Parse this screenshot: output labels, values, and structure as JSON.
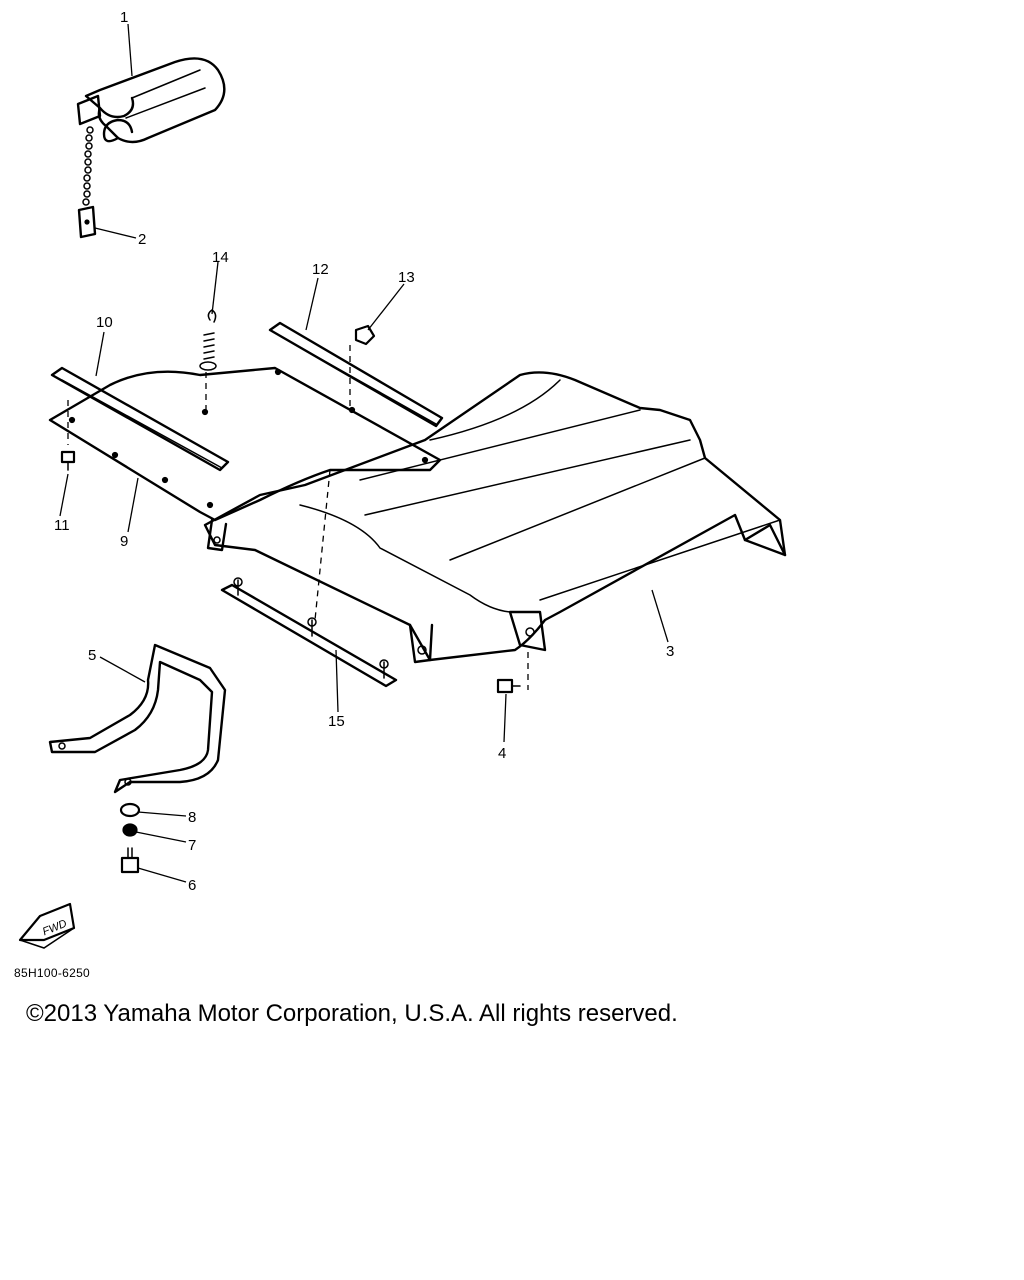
{
  "diagram": {
    "callouts": [
      "1",
      "2",
      "3",
      "4",
      "5",
      "6",
      "7",
      "8",
      "9",
      "10",
      "11",
      "12",
      "13",
      "14",
      "15"
    ],
    "badge_text": "FWD",
    "drawing_code": "85H100-6250",
    "copyright": "©2013 Yamaha Motor Corporation, U.S.A. All rights reserved."
  },
  "icons": {
    "forward_arrow": "fwd-arrow-icon"
  },
  "colors": {
    "line": "#000000",
    "background": "#ffffff"
  }
}
